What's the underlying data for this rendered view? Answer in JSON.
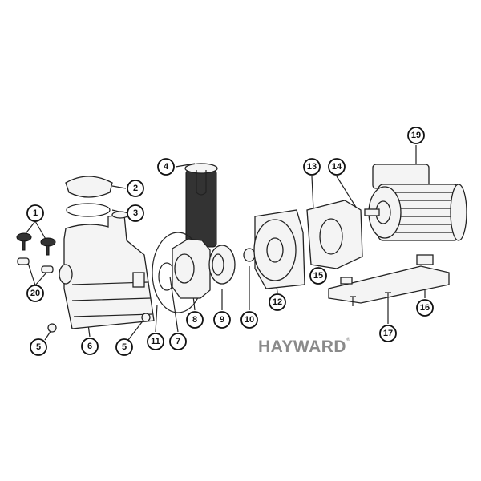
{
  "diagram": {
    "brand": "HAYWARD",
    "brand_mark": "®",
    "callouts": [
      "1",
      "2",
      "3",
      "4",
      "5",
      "5",
      "6",
      "7",
      "8",
      "9",
      "10",
      "11",
      "12",
      "13",
      "14",
      "15",
      "16",
      "17",
      "19",
      "20"
    ]
  }
}
